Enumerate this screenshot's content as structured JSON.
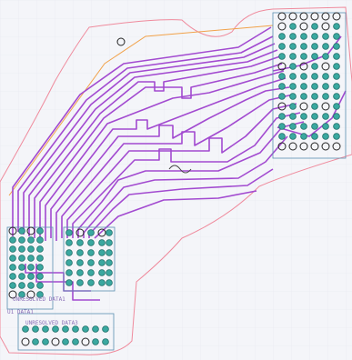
{
  "view": {
    "background": "#f4f5f9",
    "grid_color": "#e6e8f0",
    "board_outline_color": "#ef8a9c",
    "trace_color": "#a24ad0",
    "trace_alt_color": "#7a3cb0",
    "keepout_color": "#f1a24a",
    "pad_color": "#3aa8a0",
    "pad_ring_color": "#1f6d67",
    "hole_color": "#222222",
    "silk_color": "#8a6fb8"
  },
  "silkscreen": {
    "line1": "UNRESOLVED DATA1",
    "line2": "U1 DATA1",
    "line3": "UNRESOLVED DATA3"
  }
}
